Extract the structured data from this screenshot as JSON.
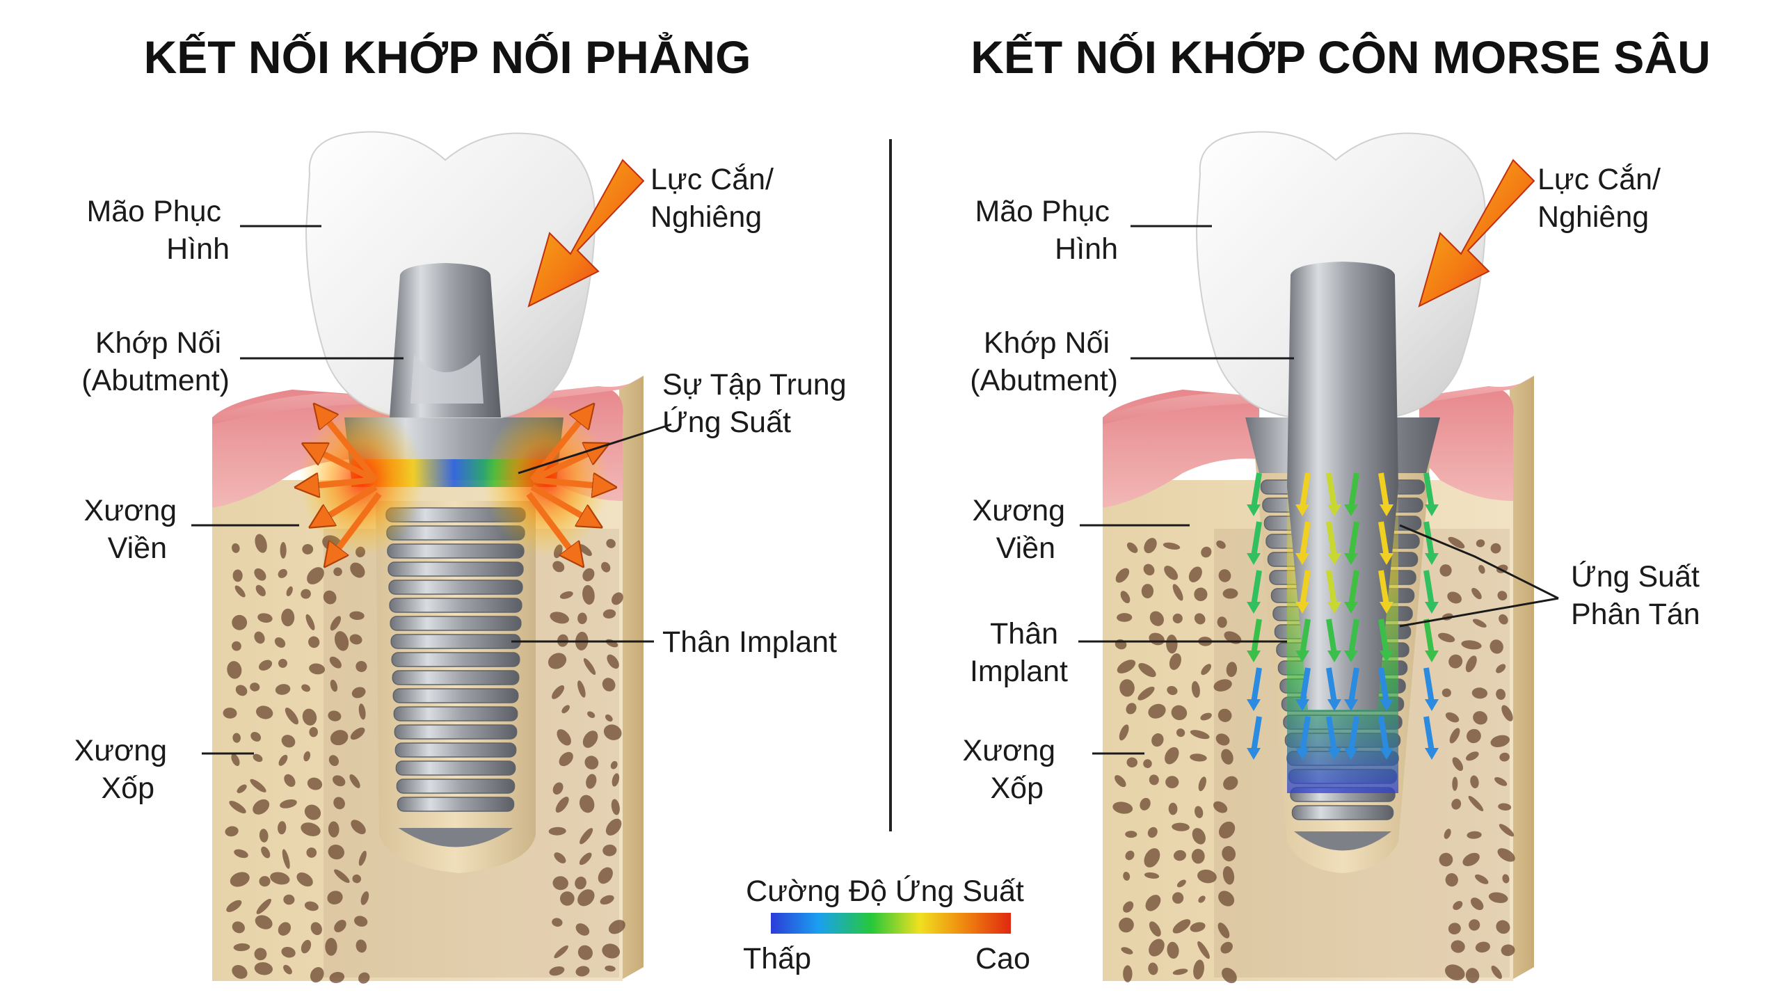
{
  "left_panel": {
    "title": "KẾT NỐI KHỚP NỐI PHẲNG",
    "labels": {
      "crown": [
        "Mão Phục",
        "Hình"
      ],
      "abutment": [
        "Khớp Nối",
        "(Abutment)"
      ],
      "marginal_bone": [
        "Xương",
        "Viền"
      ],
      "cancellous_bone": [
        "Xương",
        "Xốp"
      ],
      "force": [
        "Lực Cắn/",
        "Nghiêng"
      ],
      "stress": [
        "Sự Tập Trung",
        "Ứng Suất"
      ],
      "body": [
        "Thân Implant"
      ]
    }
  },
  "right_panel": {
    "title": "KẾT NỐI KHỚP CÔN MORSE SÂU",
    "labels": {
      "crown": [
        "Mão Phục",
        "Hình"
      ],
      "abutment": [
        "Khớp Nối",
        "(Abutment)"
      ],
      "marginal_bone": [
        "Xương",
        "Viền"
      ],
      "body": [
        "Thân",
        "Implant"
      ],
      "cancellous_bone": [
        "Xương",
        "Xốp"
      ],
      "force": [
        "Lực Cắn/",
        "Nghiêng"
      ],
      "stress": [
        "Ứng Suất",
        "Phân Tán"
      ]
    }
  },
  "legend": {
    "title": "Cường Độ Ứng Suất",
    "low": "Thấp",
    "high": "Cao",
    "gradient_colors": [
      "#2c3cd8",
      "#1aa0f0",
      "#27c83a",
      "#f0e020",
      "#f08a10",
      "#e02810"
    ]
  },
  "colors": {
    "gum": "#e58f92",
    "bone": "#ecdab4",
    "bone_pore": "#6e4a33",
    "metal": "#a9adb3",
    "crown": "#f4f4f4",
    "force_arrow": "#f25a12"
  }
}
